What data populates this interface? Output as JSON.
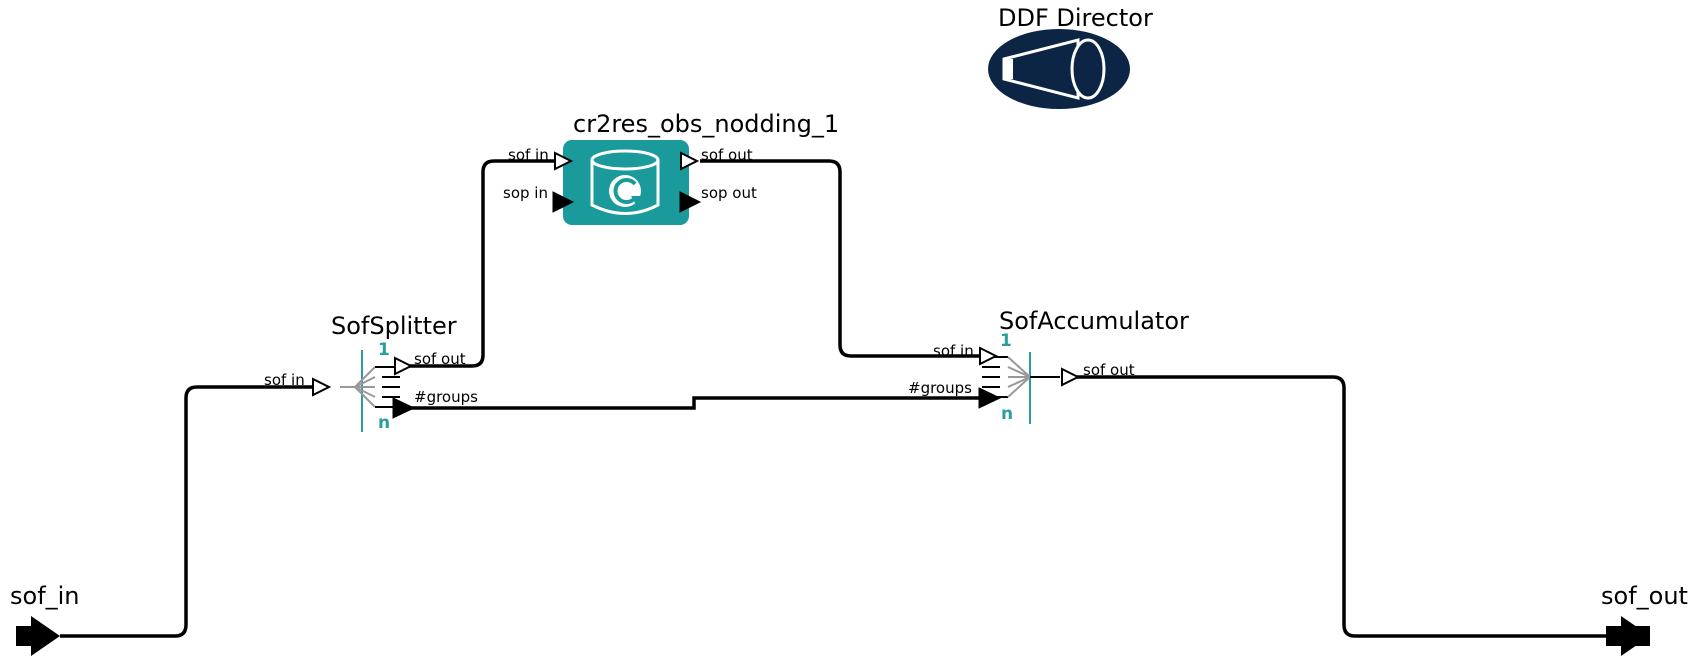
{
  "director": {
    "title": "DDF Director",
    "icon": "megaphone-icon"
  },
  "actor": {
    "title": "cr2res_obs_nodding_1",
    "icon": "database-refresh-icon",
    "color": "#1a9a9a",
    "inputs": [
      "sof in",
      "sop in"
    ],
    "outputs": [
      "sof out",
      "sop out"
    ]
  },
  "splitter": {
    "title": "SofSplitter",
    "input": "sof in",
    "outputs": [
      "sof out",
      "#groups"
    ],
    "marks": [
      "1",
      "n"
    ]
  },
  "accumulator": {
    "title": "SofAccumulator",
    "inputs": [
      "sof in",
      "#groups"
    ],
    "output": "sof out",
    "marks": [
      "1",
      "n"
    ]
  },
  "external_ports": {
    "input": "sof_in",
    "output": "sof_out"
  },
  "colors": {
    "director_fill": "#0d2545",
    "accent": "#2a9d9d",
    "wire": "#000000"
  }
}
